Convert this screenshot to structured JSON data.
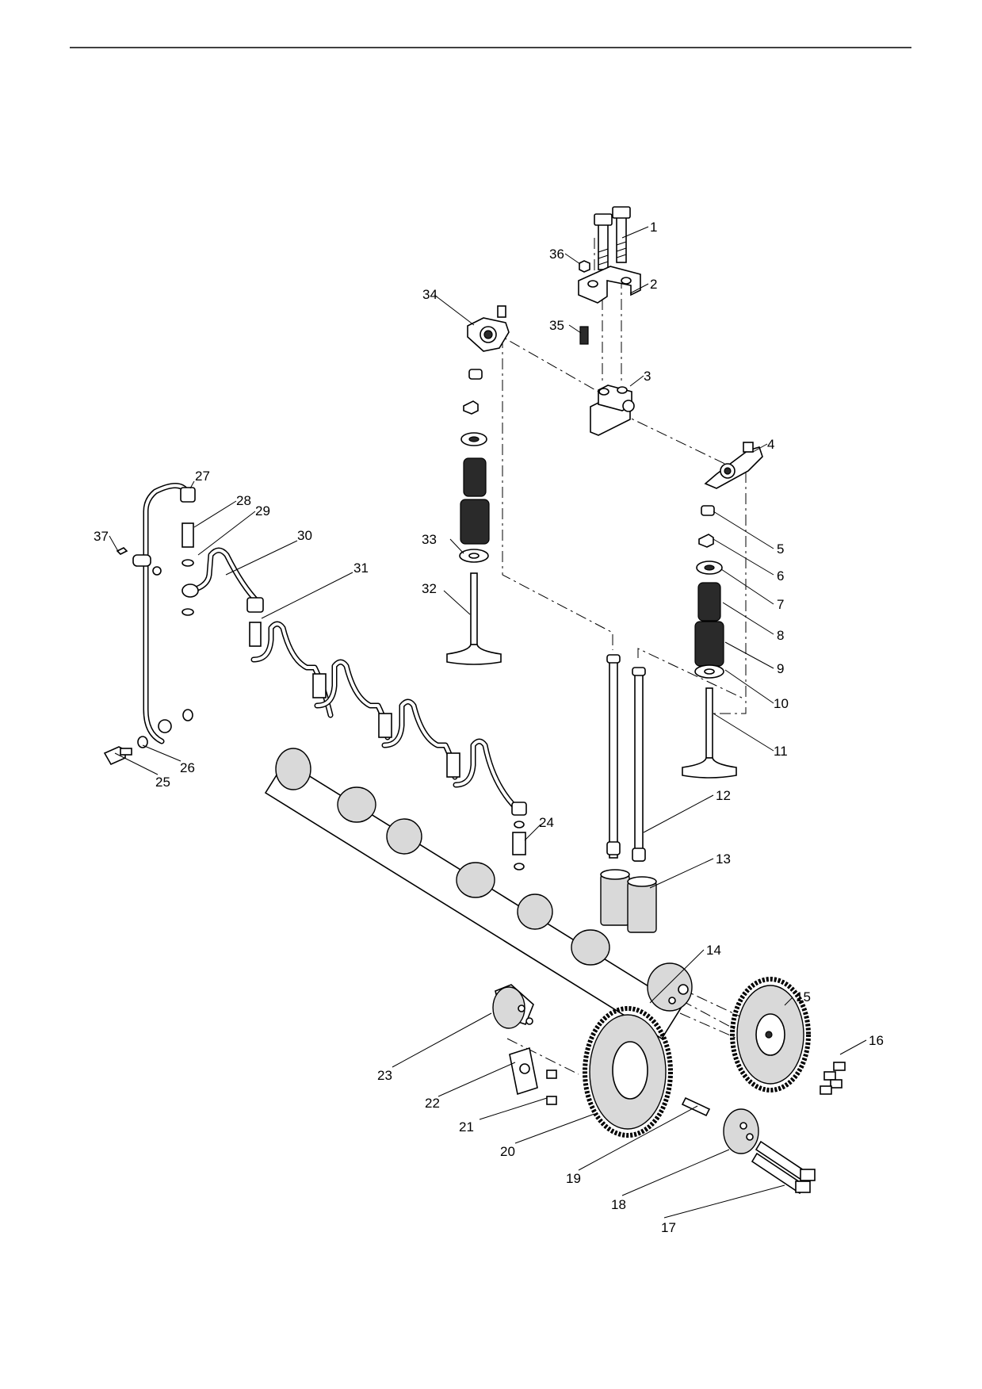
{
  "callouts": {
    "p1": "1",
    "p2": "2",
    "p3": "3",
    "p4": "4",
    "p5": "5",
    "p6": "6",
    "p7": "7",
    "p8": "8",
    "p9": "9",
    "p10": "10",
    "p11": "11",
    "p12": "12",
    "p13": "13",
    "p14": "14",
    "p15": "15",
    "p16": "16",
    "p17": "17",
    "p18": "18",
    "p19": "19",
    "p20": "20",
    "p21": "21",
    "p22": "22",
    "p23": "23",
    "p24": "24",
    "p25": "25",
    "p26": "26",
    "p27": "27",
    "p28": "28",
    "p29": "29",
    "p30": "30",
    "p31": "31",
    "p32": "32",
    "p33": "33",
    "p34": "34",
    "p35": "35",
    "p36": "36",
    "p37": "37"
  }
}
